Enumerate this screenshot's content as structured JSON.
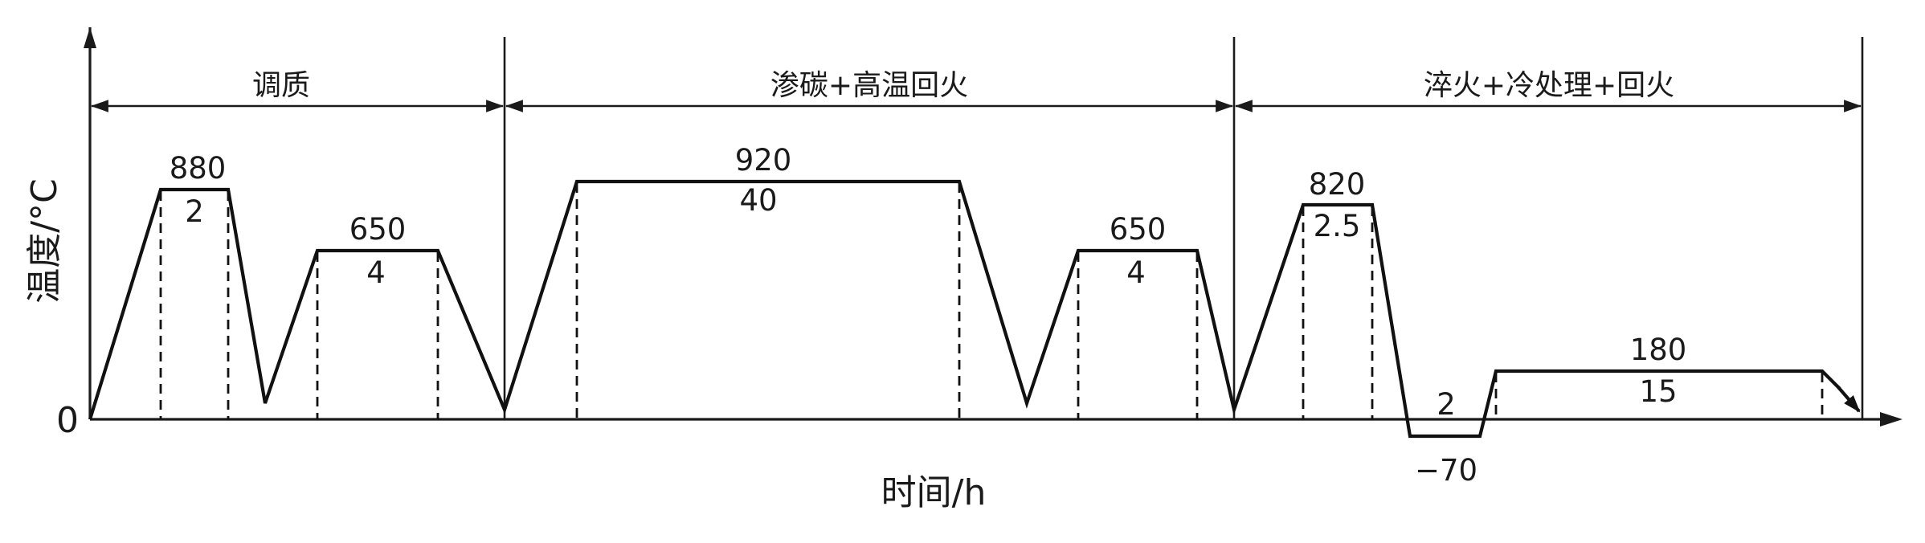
{
  "diagram": {
    "y_axis_label": "温度/°C",
    "x_axis_label": "时间/h",
    "origin_label": "0",
    "stages": [
      {
        "id": "tempering-quench",
        "label": "调质"
      },
      {
        "id": "carburize",
        "label": "渗碳+高温回火"
      },
      {
        "id": "quench-cold",
        "label": "淬火+冷处理+回火"
      }
    ],
    "holds": [
      {
        "temp": "880",
        "time": "2"
      },
      {
        "temp": "650",
        "time": "4"
      },
      {
        "temp": "920",
        "time": "40"
      },
      {
        "temp": "650",
        "time": "4"
      },
      {
        "temp": "820",
        "time": "2.5"
      },
      {
        "temp": "−70",
        "time": "2"
      },
      {
        "temp": "180",
        "time": "15"
      }
    ]
  }
}
